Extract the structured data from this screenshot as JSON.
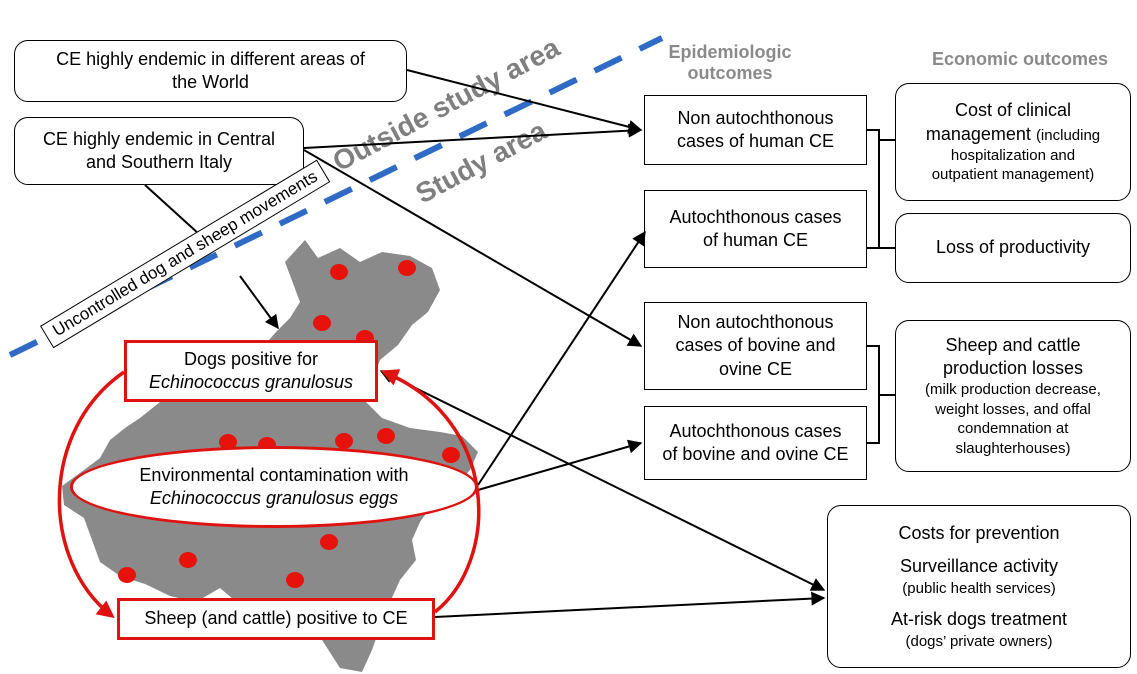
{
  "headers": {
    "epidemiologic": [
      "Epidemiologic",
      "outcomes"
    ],
    "economic": "Economic outcomes"
  },
  "area_labels": {
    "outside": "Outside study area",
    "study": "Study area",
    "movements": "Uncontrolled dog and sheep movements"
  },
  "sources": {
    "world": [
      "CE highly endemic in different areas of",
      "the World"
    ],
    "italy": [
      "CE highly endemic in Central",
      "and Southern Italy"
    ]
  },
  "cycle": {
    "dogs": [
      "Dogs positive for",
      "Echinococcus granulosus"
    ],
    "environment": [
      "Environmental contamination with",
      "Echinococcus granulosus eggs"
    ],
    "sheep": "Sheep (and cattle) positive to CE"
  },
  "epi": {
    "non_auto_human": [
      "Non autochthonous",
      "cases of human CE"
    ],
    "auto_human": [
      "Autochthonous cases",
      "of human CE"
    ],
    "non_auto_animal": [
      "Non autochthonous",
      "cases of bovine and",
      "ovine CE"
    ],
    "auto_animal": [
      "Autochthonous cases",
      "of bovine and ovine CE"
    ]
  },
  "econ": {
    "clinical": {
      "title1": "Cost of clinical",
      "title2": "management",
      "note1": "(including",
      "note2": "hospitalization and",
      "note3": "outpatient management)"
    },
    "productivity": "Loss of productivity",
    "production": {
      "title1": "Sheep and cattle",
      "title2": "production losses",
      "note1": "(milk production decrease,",
      "note2": "weight losses, and offal",
      "note3": "condemnation at",
      "note4": "slaughterhouses)"
    },
    "prevention": {
      "title": "Costs for prevention",
      "surveillance": "Surveillance activity",
      "surveillance_note": "(public health services)",
      "treatment": "At-risk dogs treatment",
      "treatment_note": "(dogs’ private owners)"
    }
  },
  "colors": {
    "cycle_red": "#e0120f",
    "divider_blue": "#2f6bc4",
    "map_gray": "#8a8a8a",
    "dot_red": "#e8120c"
  }
}
